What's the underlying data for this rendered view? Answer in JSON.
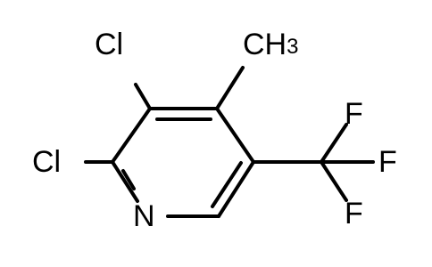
{
  "molecule": {
    "atoms": {
      "cl_top": "Cl",
      "cl_left": "Cl",
      "methyl_c": "CH",
      "methyl_sub": "3",
      "n": "N",
      "f_top": "F",
      "f_right": "F",
      "f_bottom": "F"
    },
    "colors": {
      "bond": "#000000",
      "text": "#000000",
      "background": "#ffffff"
    }
  }
}
